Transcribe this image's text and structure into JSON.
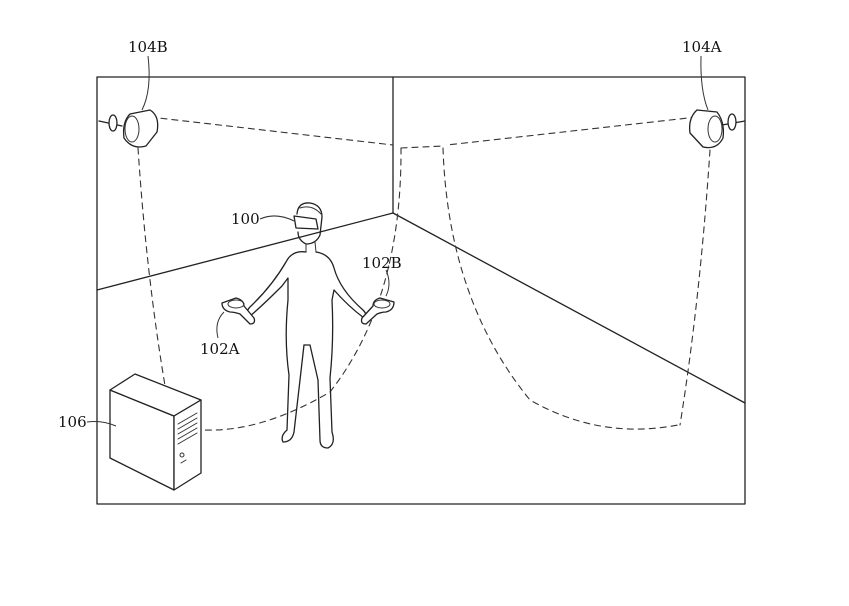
{
  "figure": {
    "labels": {
      "headset_user": "100",
      "controller_left": "102A",
      "controller_right": "102B",
      "base_station_right": "104A",
      "base_station_left": "104B",
      "computer": "106"
    }
  }
}
